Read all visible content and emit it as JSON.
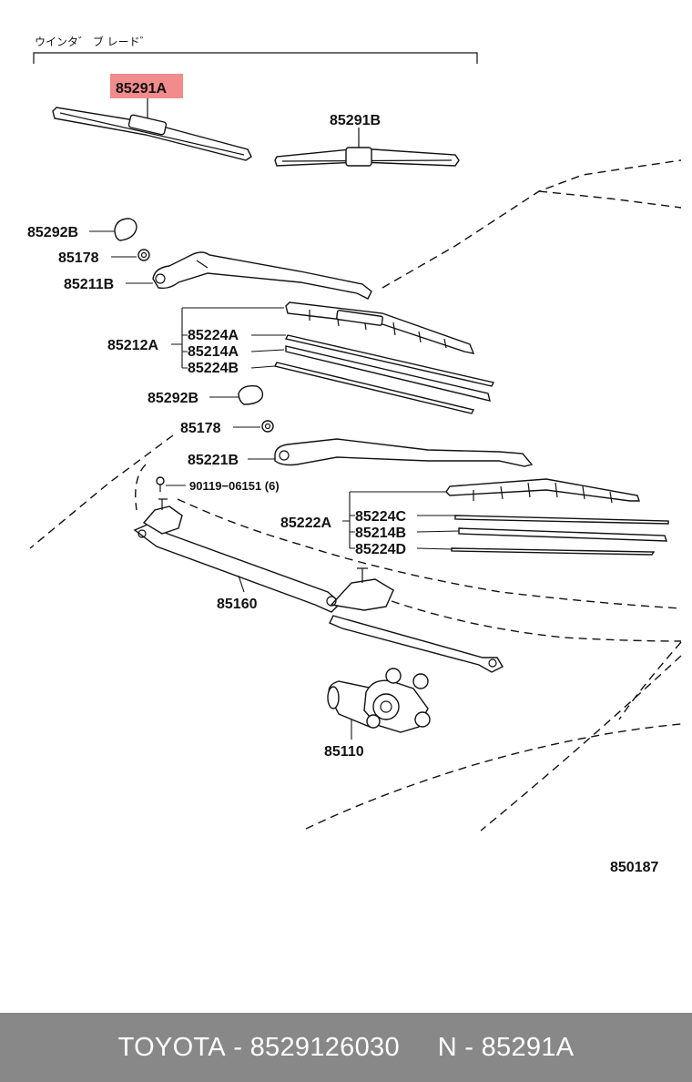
{
  "diagram": {
    "header_text": "ウインタ゛ ブ レード゛",
    "highlight_color": "#f28b8b",
    "labels": {
      "p85291A": "85291A",
      "p85291B": "85291B",
      "p85292B_1": "85292B",
      "p85178_1": "85178",
      "p85211B": "85211B",
      "p85212A": "85212A",
      "p85224A": "85224A",
      "p85214A": "85214A",
      "p85224B": "85224B",
      "p85292B_2": "85292B",
      "p85178_2": "85178",
      "p85221B": "85221B",
      "p90119": "90119−06151 (6)",
      "p85222A": "85222A",
      "p85224C": "85224C",
      "p85214B": "85214B",
      "p85224D": "85224D",
      "p85160": "85160",
      "p85110": "85110",
      "figure_no": "850187"
    }
  },
  "footer": {
    "brand": "TOYOTA",
    "sep1": " - ",
    "part_number": "8529126030",
    "gap": "     ",
    "n_prefix": "N",
    "sep2": " - ",
    "ref": "85291A"
  }
}
